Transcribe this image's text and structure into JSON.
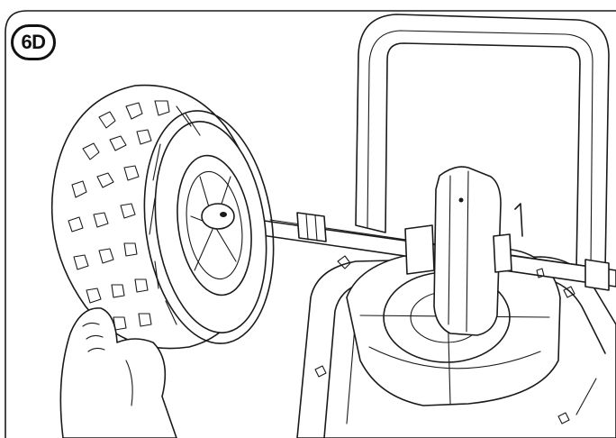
{
  "step": {
    "label": "6D"
  },
  "colors": {
    "line": "#1a1a1a",
    "background": "#ffffff",
    "shade": "#d9d9d9"
  },
  "icons": {
    "step_badge": "rounded-step-badge",
    "illustration": "wheel-axle-assembly-line-drawing"
  }
}
